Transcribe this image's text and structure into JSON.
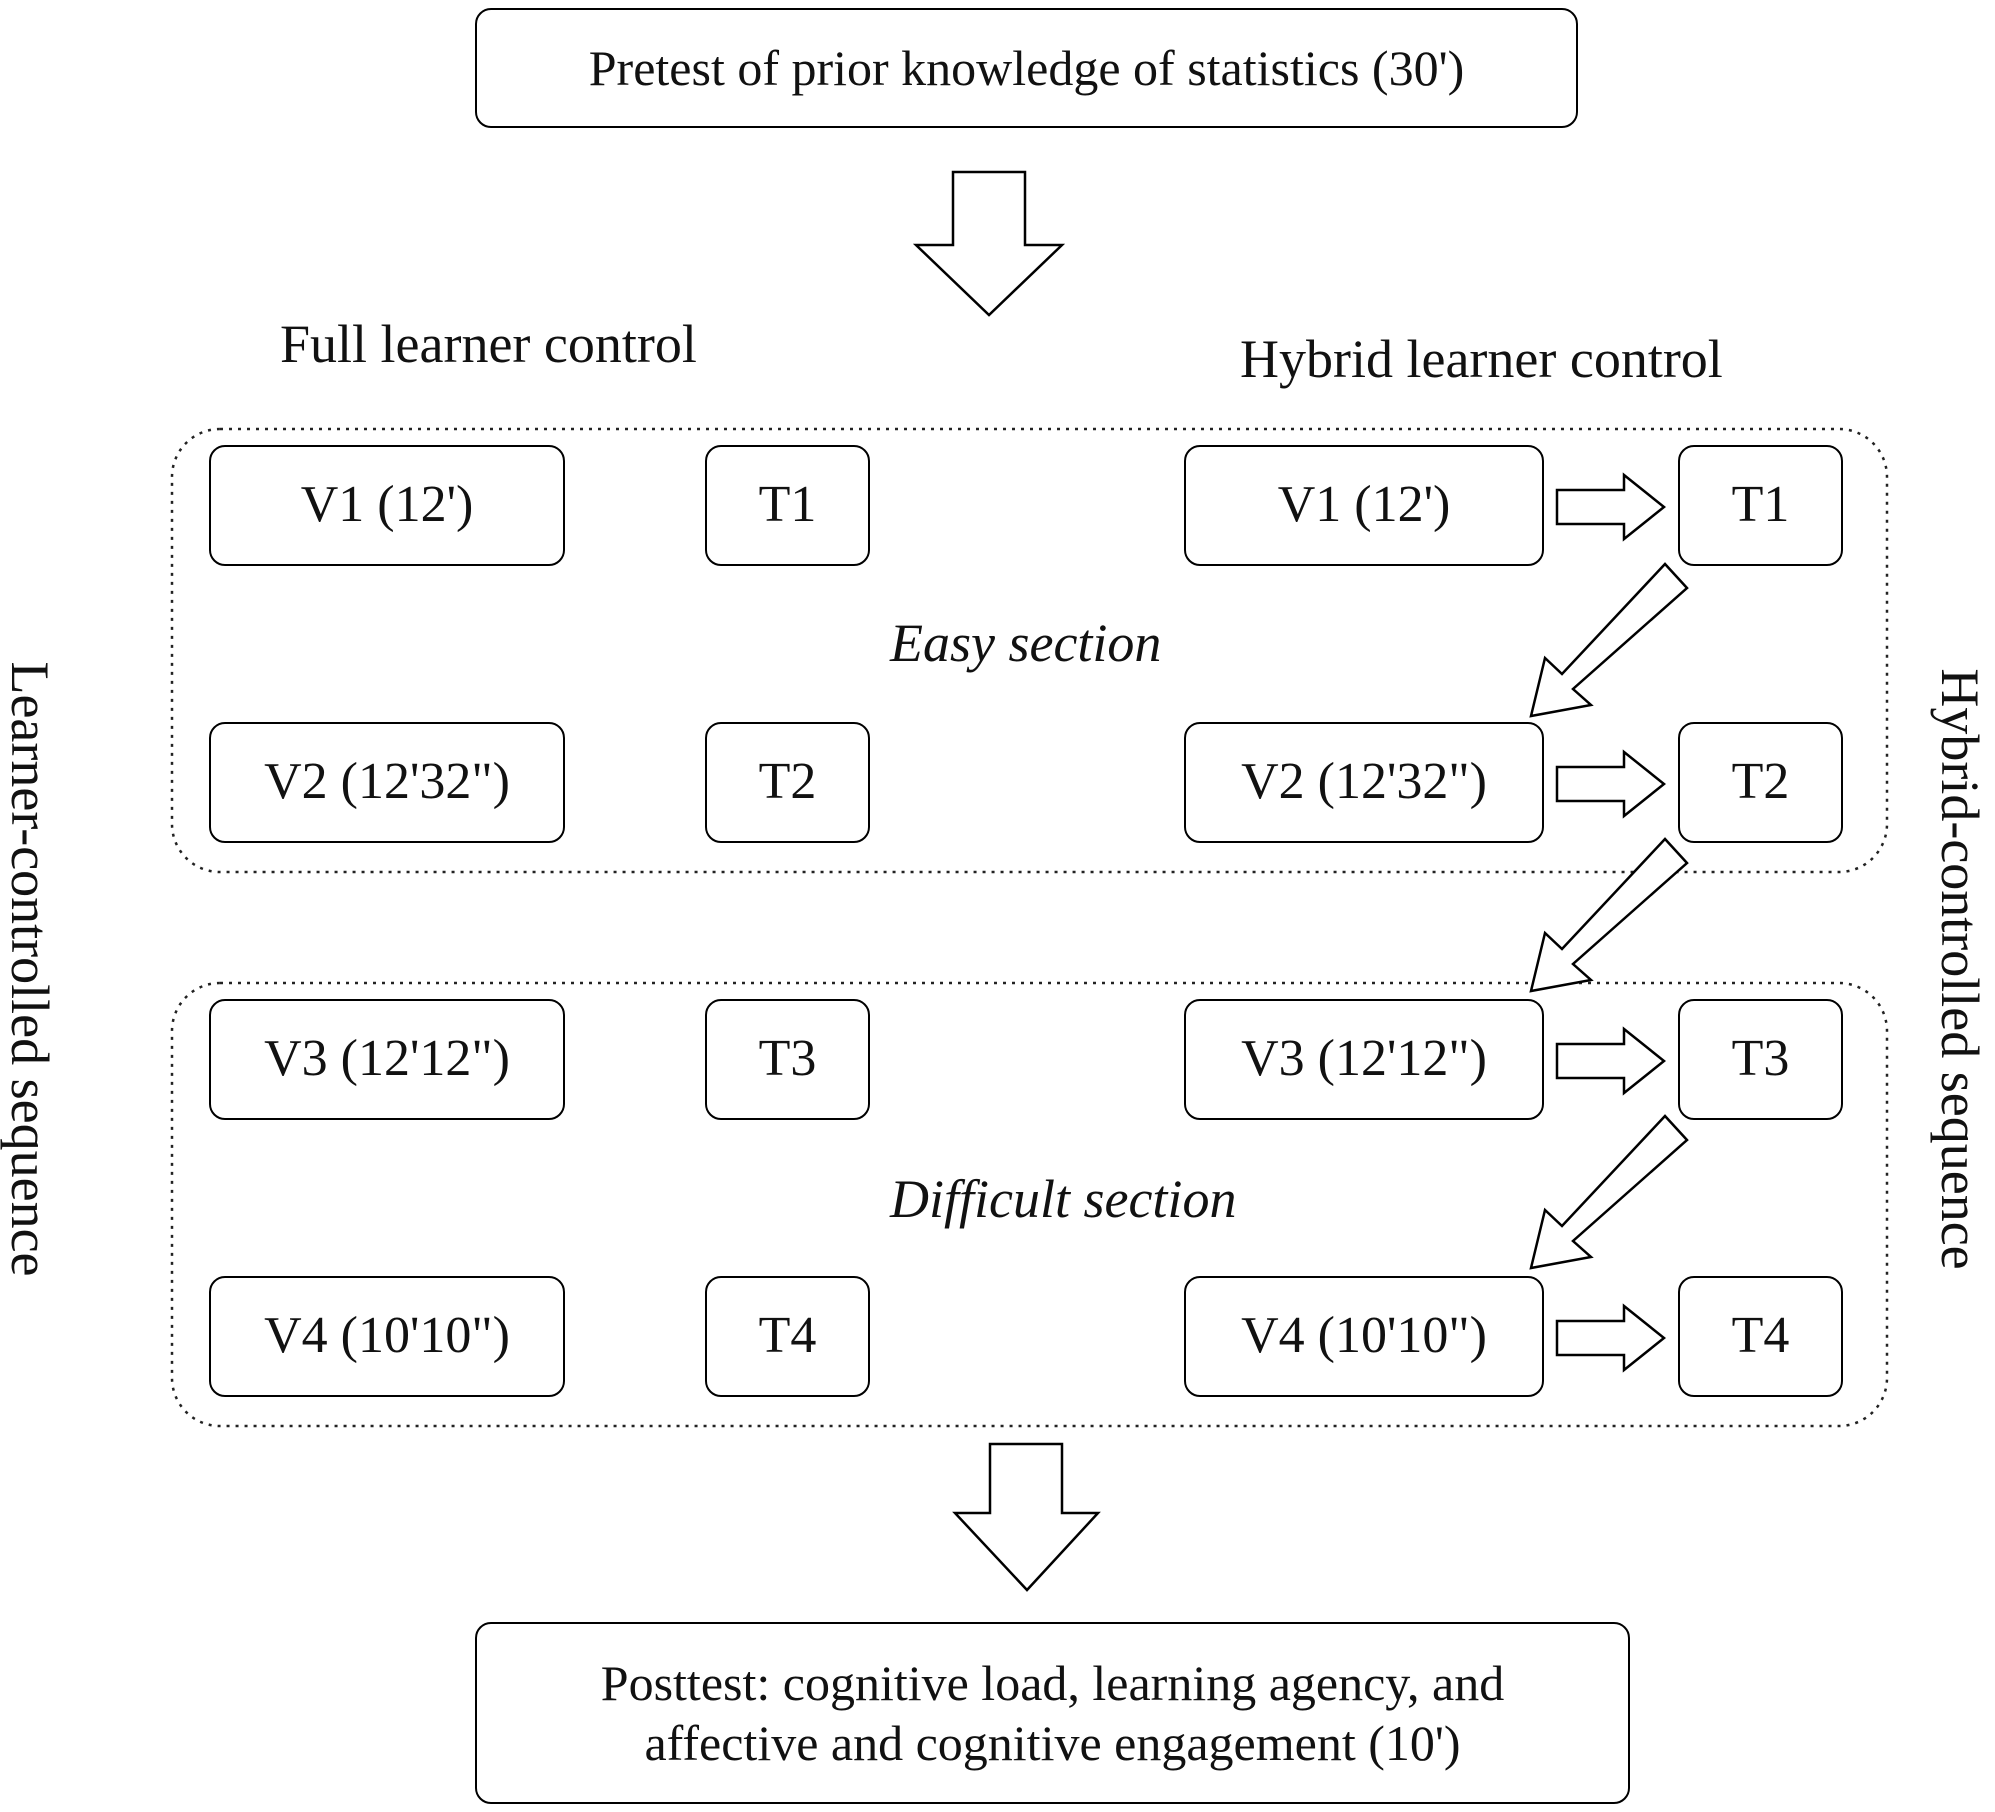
{
  "pretest": "Pretest of prior knowledge of statistics  (30')",
  "posttest": {
    "line1": "Posttest: cognitive load, learning agency, and",
    "line2": "affective and cognitive engagement (10')"
  },
  "columns": {
    "full": "Full learner control",
    "hybrid": "Hybrid learner control"
  },
  "sections": {
    "easy": "Easy section",
    "difficult": "Difficult section"
  },
  "side_labels": {
    "left": "Learner-controlled sequence",
    "right": "Hybrid-controlled sequence"
  },
  "full_control": {
    "videos": [
      "V1 (12')",
      "V2 (12'32\")",
      "V3 (12'12\")",
      "V4 (10'10\")"
    ],
    "tests": [
      "T1",
      "T2",
      "T3",
      "T4"
    ]
  },
  "hybrid_control": {
    "videos": [
      "V1 (12')",
      "V2 (12'32\")",
      "V3 (12'12\")",
      "V4 (10'10\")"
    ],
    "tests": [
      "T1",
      "T2",
      "T3",
      "T4"
    ]
  }
}
